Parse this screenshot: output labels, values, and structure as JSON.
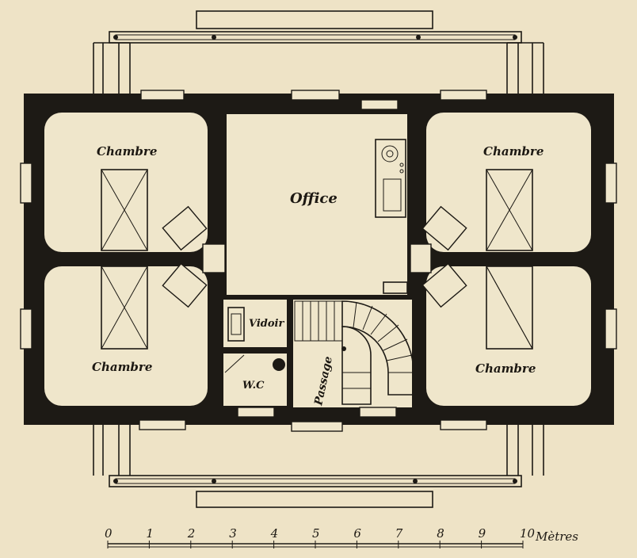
{
  "rooms": {
    "chambre_top_left": "Chambre",
    "chambre_top_right": "Chambre",
    "chambre_bottom_left": "Chambre",
    "chambre_bottom_right": "Chambre",
    "office": "Office",
    "vidoir": "Vidoir",
    "wc": "W.C",
    "passage": "Passage"
  },
  "scale": {
    "ticks": [
      "0",
      "1",
      "2",
      "3",
      "4",
      "5",
      "6",
      "7",
      "8",
      "9",
      "10"
    ],
    "unit": "Mètres"
  }
}
